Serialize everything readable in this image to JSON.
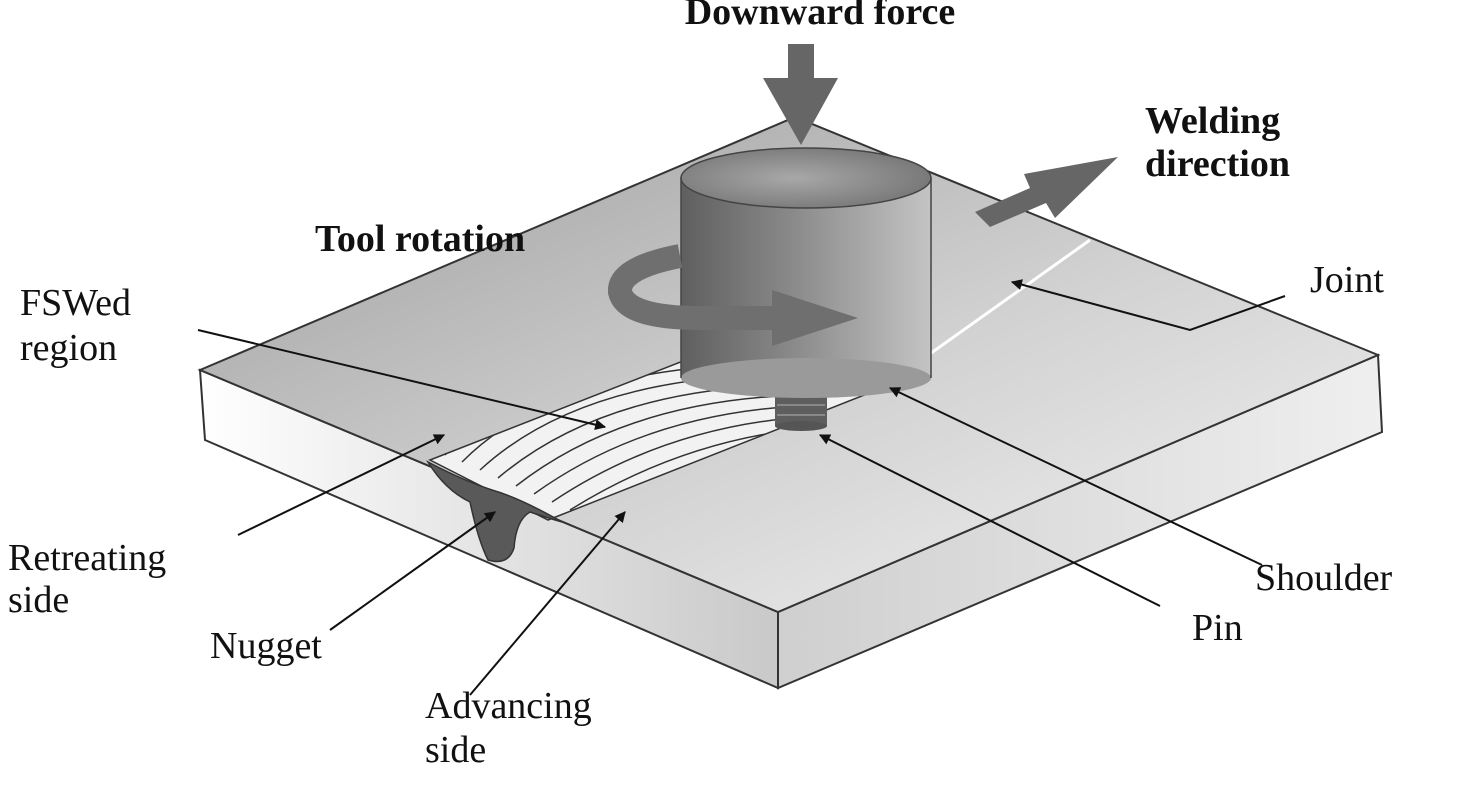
{
  "labels": {
    "downward_force": "Downward force",
    "welding_direction_line1": "Welding",
    "welding_direction_line2": "direction",
    "tool_rotation": "Tool rotation",
    "joint": "Joint",
    "fswed_region_line1": "FSWed",
    "fswed_region_line2": "region",
    "retreating_side_line1": "Retreating",
    "retreating_side_line2": "side",
    "nugget": "Nugget",
    "advancing_side_line1": "Advancing",
    "advancing_side_line2": "side",
    "shoulder": "Shoulder",
    "pin": "Pin"
  },
  "colors": {
    "plate_top": "#b9b9b9",
    "plate_side": "#d8d8d8",
    "tool_body": "#7c7c7c",
    "arrow_fill": "#6a6a6a",
    "nugget_fill": "#5a5a5a",
    "leader_line": "#111111"
  }
}
